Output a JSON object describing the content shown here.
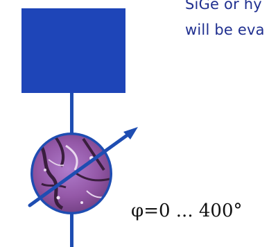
{
  "caption": {
    "line1": "SiGe or hy",
    "line2": "will be eva"
  },
  "phase_label": "φ=0 ... 400°",
  "colors": {
    "block": "#1e45b8",
    "line": "#1e4db2",
    "text_caption": "#1f2f8f",
    "text_label": "#111111",
    "sample_base": "#9a5aa8"
  },
  "icons": {
    "sample": "microscope-sample-circle",
    "arrow": "diagonal-arrow-icon"
  }
}
